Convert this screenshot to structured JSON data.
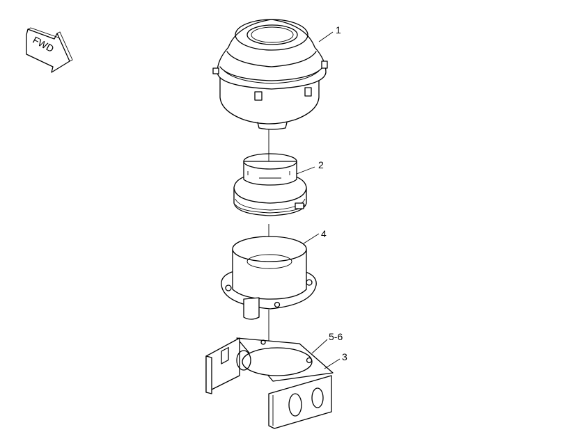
{
  "fwd_label": "FWD",
  "callouts": {
    "item_1": "1",
    "item_2": "2",
    "item_3": "3",
    "item_4": "4",
    "item_5_6": "5-6"
  }
}
